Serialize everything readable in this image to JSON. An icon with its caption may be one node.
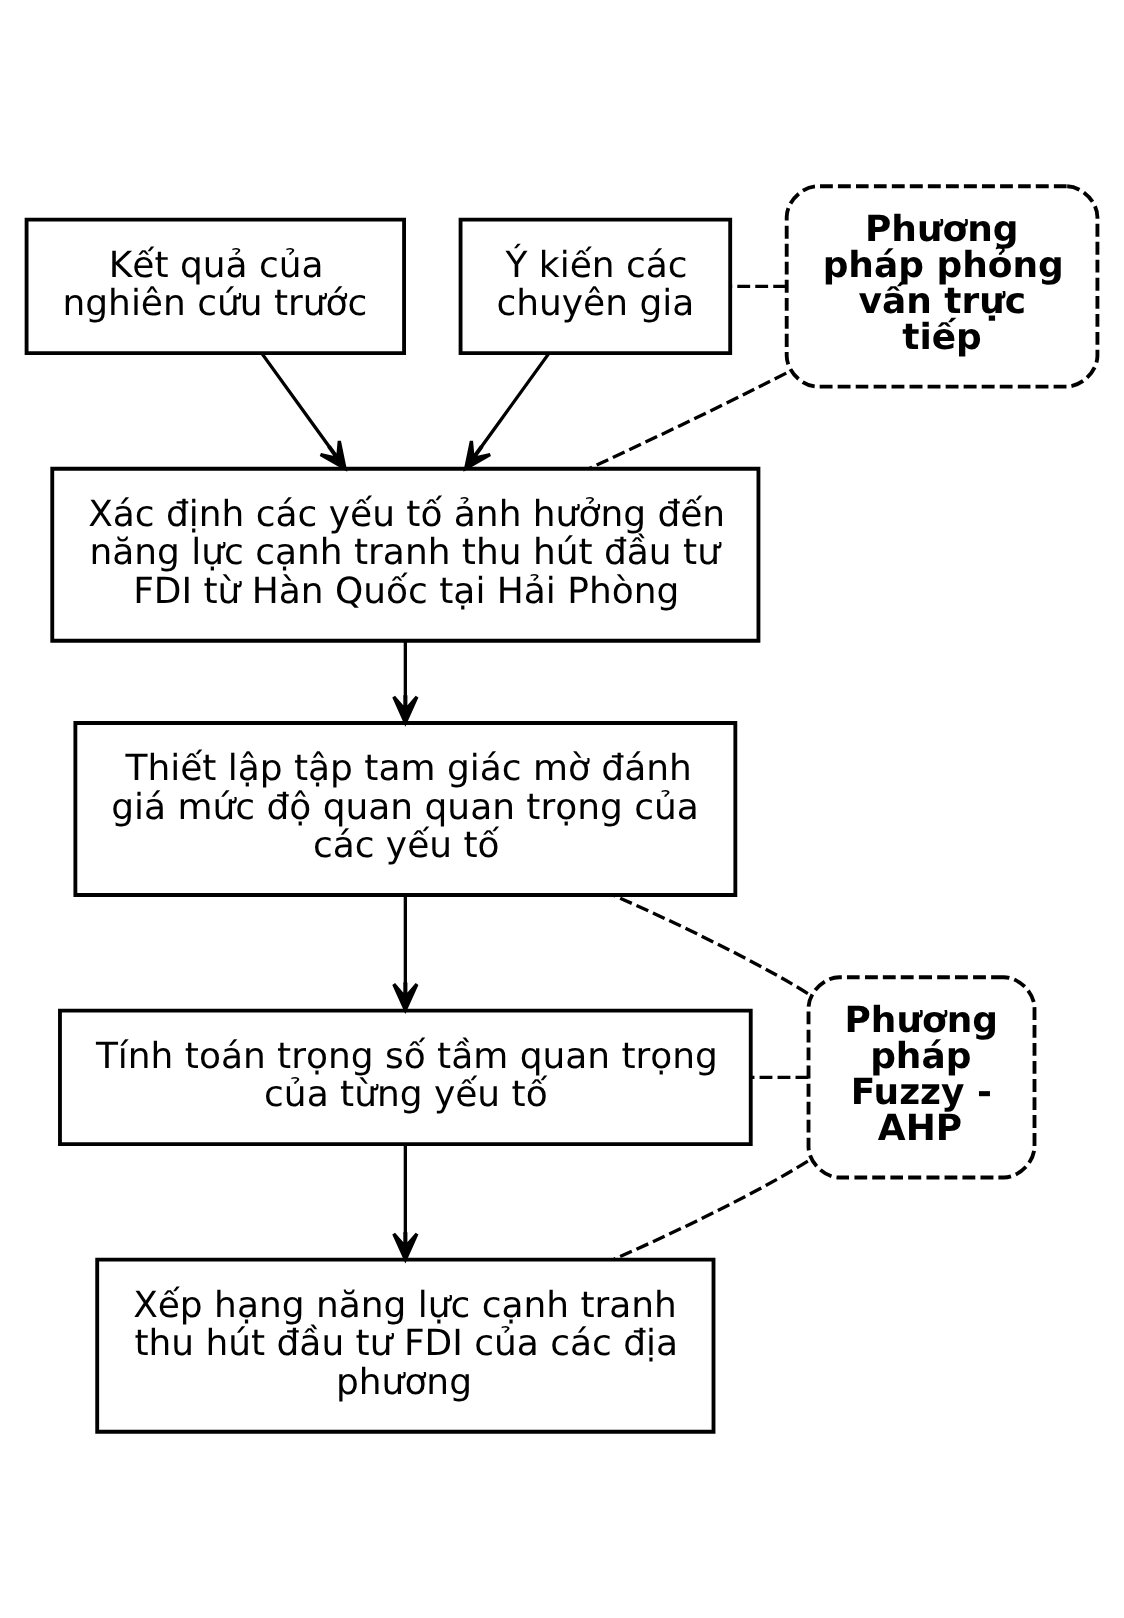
{
  "diagram": {
    "nodes": [
      {
        "text": [
          "Kết quả của nghiên cứu trước"
        ]
      },
      {
        "text": [
          "Ý kiến các chuyên gia"
        ]
      },
      {
        "text": [
          "Phương pháp phỏng vấn trực tiếp"
        ]
      },
      {
        "text": [
          "Xác định các yếu tố ảnh hưởng đến năng lực cạnh tranh thu hút đầu tư FDI từ Hàn Quốc tại Hải Phòng"
        ]
      },
      {
        "text": [
          "Thiết lập tập tam giác mờ đánh giá mức độ quan quan trọng của các yếu tố"
        ]
      },
      {
        "text": [
          "Phương pháp Fuzzy - AHP"
        ]
      },
      {
        "text": [
          "Tính toán trọng số tầm quan trọng của từng yếu tố"
        ]
      },
      {
        "text": [
          "Xếp hạng năng lực cạnh tranh thu hút đầu tư FDI của các địa phương"
        ]
      }
    ],
    "edges": [
      {
        "from": 0,
        "to": 3,
        "arrow": "to"
      },
      {
        "from": 1,
        "to": 3,
        "arrow": "to"
      },
      {
        "from": 2,
        "to": 1,
        "arrow": "none",
        "style": "dashed"
      },
      {
        "from": 2,
        "to": 3,
        "arrow": "none",
        "style": "dashed"
      },
      {
        "from": 3,
        "to": 4,
        "arrow": "to"
      },
      {
        "from": 5,
        "to": 4,
        "arrow": "none",
        "style": "dashed"
      },
      {
        "from": 4,
        "to": 6,
        "arrow": "to"
      },
      {
        "from": 5,
        "to": 6,
        "arrow": "none",
        "style": "dashed"
      },
      {
        "from": 6,
        "to": 7,
        "arrow": "to"
      },
      {
        "from": 5,
        "to": 7,
        "arrow": "none",
        "style": "dashed"
      }
    ]
  }
}
